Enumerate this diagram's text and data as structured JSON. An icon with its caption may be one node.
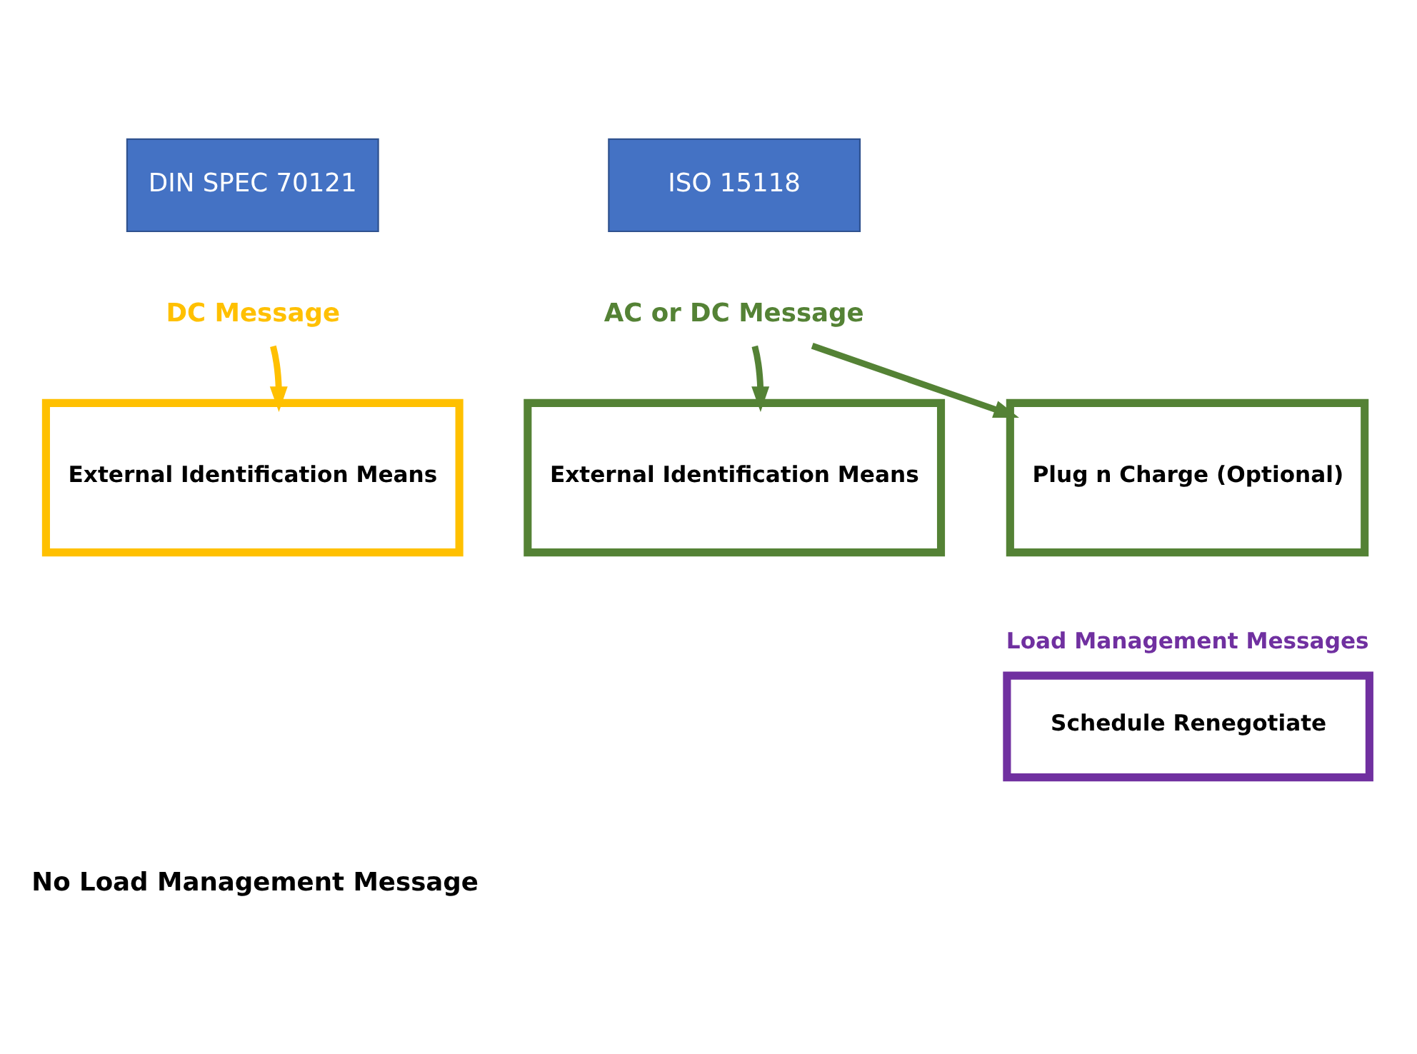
{
  "diagram": {
    "nodes": [
      {
        "text": [
          "DIN SPEC 70121"
        ]
      },
      {
        "text": [
          "DC Message"
        ]
      },
      {
        "text": [
          "External Identification Means"
        ]
      },
      {
        "text": [
          "ISO 15118"
        ]
      },
      {
        "text": [
          "AC or DC Message"
        ]
      },
      {
        "text": [
          "External Identification Means"
        ]
      },
      {
        "text": [
          "Plug n Charge (Optional)"
        ]
      },
      {
        "text": [
          "Load Management Messages",
          "Schedule Renegotiate"
        ]
      }
    ],
    "edges": [
      {
        "from": 1,
        "to": 2,
        "arrow": "to",
        "color": "#ffc000"
      },
      {
        "from": 4,
        "to": 5,
        "arrow": "to"
      },
      {
        "from": 4,
        "to": 6,
        "arrow": "to"
      }
    ],
    "labels": [
      "No Load Management Message"
    ]
  }
}
